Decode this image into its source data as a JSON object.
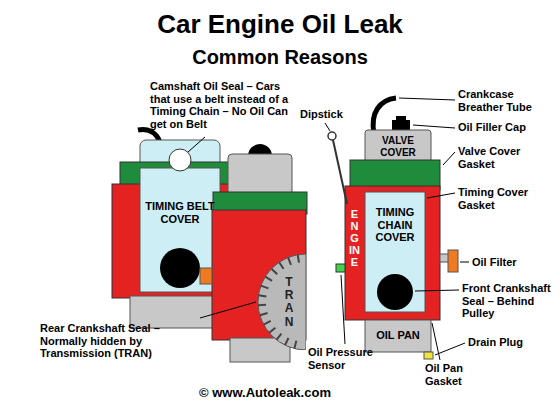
{
  "diagram": {
    "title": "Car Engine Oil Leak",
    "caption": "© www.Autoleak.com",
    "nodes": [
      {
        "text": [
          "TIMING BELT COVER"
        ]
      },
      {
        "text": [
          "TRAN"
        ]
      },
      {
        "text": [
          "VALVE COVER"
        ]
      },
      {
        "text": [
          "ENGINE"
        ]
      },
      {
        "text": [
          "TIMING CHAIN COVER"
        ],
        "in": 3
      },
      {
        "text": [
          "OIL PAN"
        ]
      }
    ],
    "labels": [
      "Common Reasons",
      "Camshaft Oil Seal – Cars that use a belt instead of a Timing Chain – No Oil Can get on Belt",
      "Dipstick",
      "Crankcase Breather Tube",
      "Oil Filler Cap",
      "Valve Cover Gasket",
      "Timing Cover Gasket",
      "Oil Filter",
      "Front Crankshaft Seal – Behind Pulley",
      "Drain Plug",
      "Rear Crankshaft Seal – Normally hidden by Transmission (TRAN)",
      "Oil Pressure Sensor",
      "Oil Pan Gasket"
    ]
  }
}
